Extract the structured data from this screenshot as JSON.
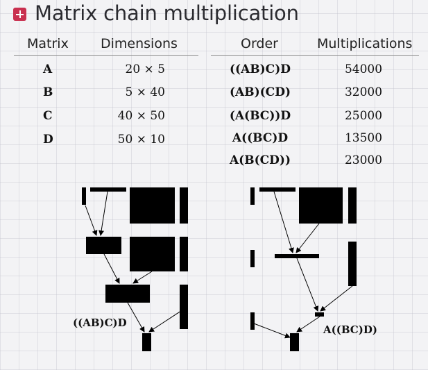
{
  "title": "Matrix chain multiplication",
  "left_table": {
    "headers": {
      "matrix": "Matrix",
      "dimensions": "Dimensions"
    },
    "rows": [
      {
        "matrix": "A",
        "dims": "20 ×   5"
      },
      {
        "matrix": "B",
        "dims": "5 × 40"
      },
      {
        "matrix": "C",
        "dims": "40 × 50"
      },
      {
        "matrix": "D",
        "dims": "50 × 10"
      }
    ]
  },
  "right_table": {
    "headers": {
      "order": "Order",
      "mults": "Multiplications"
    },
    "rows": [
      {
        "order": "((AB)C)D",
        "mults": "54000"
      },
      {
        "order": "(AB)(CD)",
        "mults": "32000"
      },
      {
        "order": "(A(BC))D",
        "mults": "25000"
      },
      {
        "order": "A((BC)D",
        "mults": "13500"
      },
      {
        "order": "A(B(CD))",
        "mults": "23000"
      }
    ]
  },
  "diagrams": {
    "left_label": "((AB)C)D",
    "right_label": "A((BC)D)"
  },
  "colors": {
    "icon": "#c9304f",
    "ink": "#000000"
  },
  "icons": {
    "title": "plus-square-icon"
  }
}
